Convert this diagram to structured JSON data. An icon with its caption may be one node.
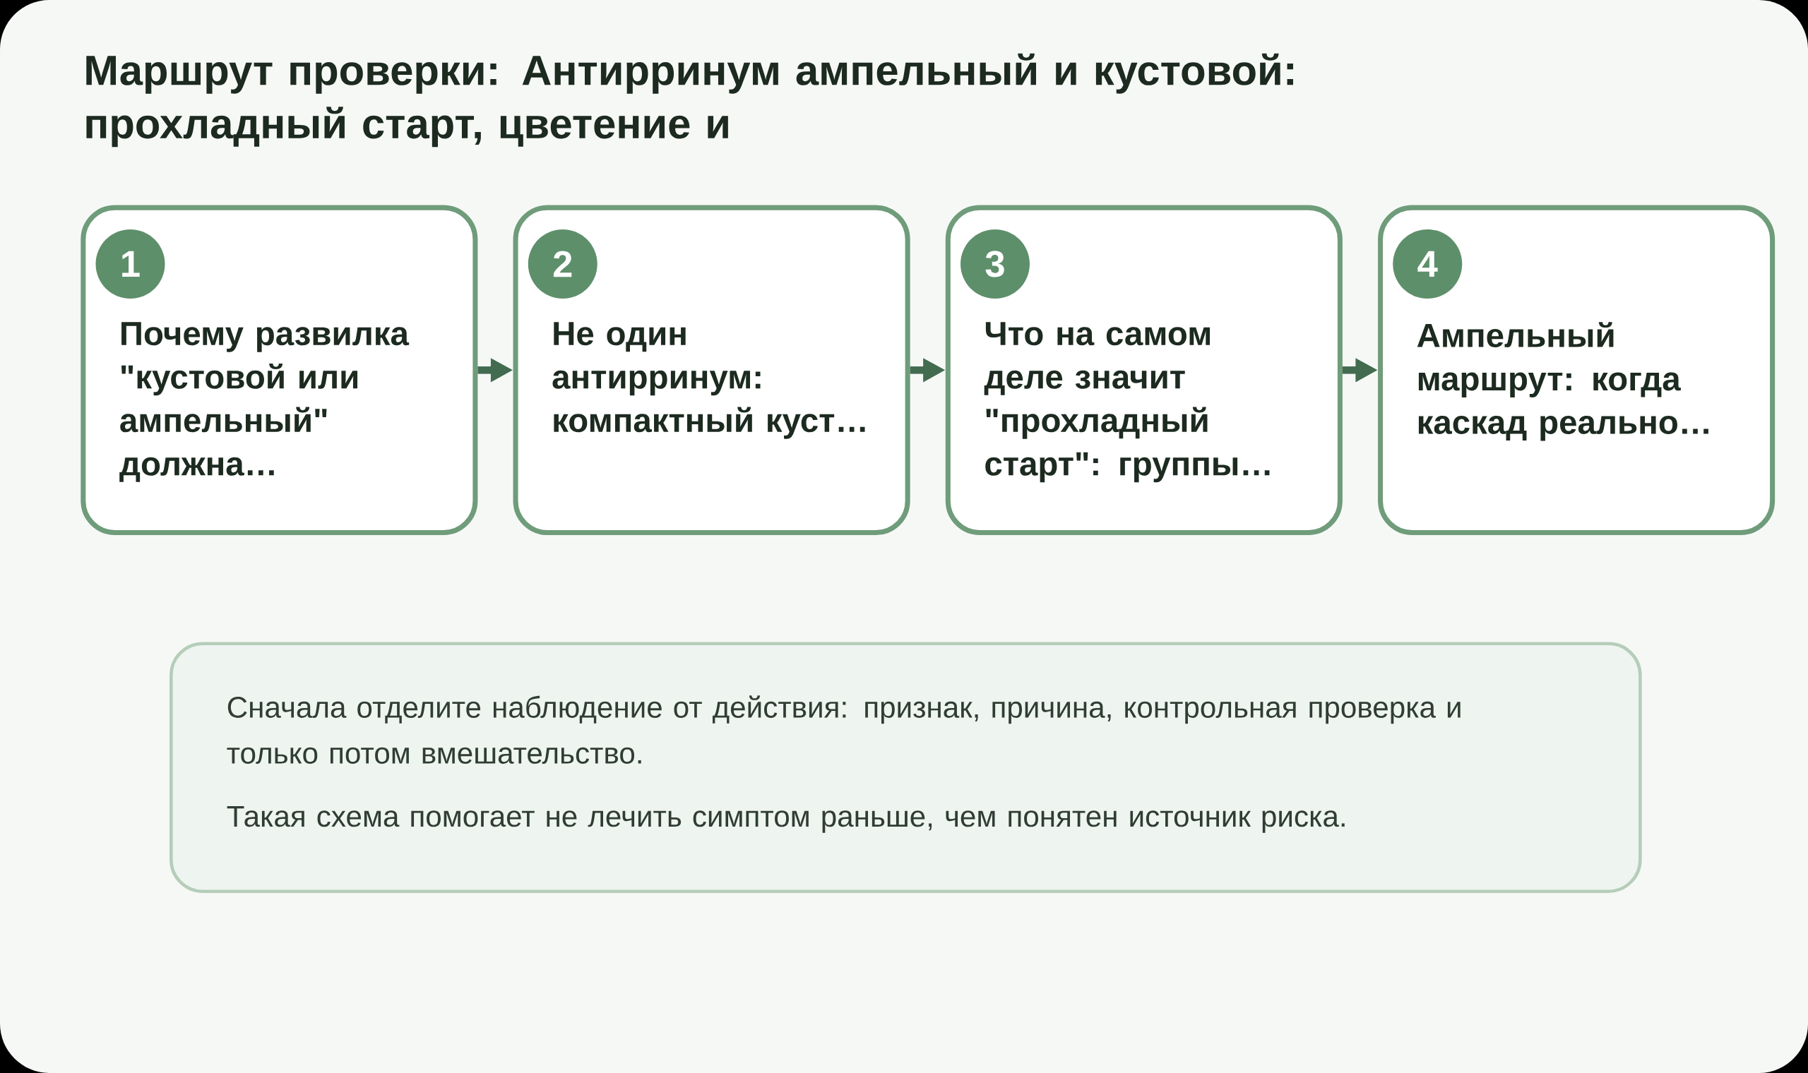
{
  "diagram": {
    "title": "Маршрут проверки: Антирринум ампельный и кустовой: прохладный старт, цветение и",
    "nodes": [
      {
        "text": [
          "1",
          "Почему развилка \"кустовой или ампельный\" должна…"
        ]
      },
      {
        "text": [
          "2",
          "Не один антирринум: компактный куст…"
        ]
      },
      {
        "text": [
          "3",
          "Что на самом деле значит \"прохладный старт\": группы…"
        ]
      },
      {
        "text": [
          "4",
          "Ампельный маршрут: когда каскад реально…"
        ]
      },
      {
        "text": [
          "Сначала отделите наблюдение от действия: признак, причина, контрольная проверка и только потом вмешательство.",
          "Такая схема помогает не лечить симптом раньше, чем понятен источник риска."
        ]
      }
    ],
    "edges": [
      {
        "from": 0,
        "to": 1,
        "arrow": "to"
      },
      {
        "from": 1,
        "to": 2,
        "arrow": "to"
      },
      {
        "from": 2,
        "to": 3,
        "arrow": "to"
      }
    ]
  }
}
